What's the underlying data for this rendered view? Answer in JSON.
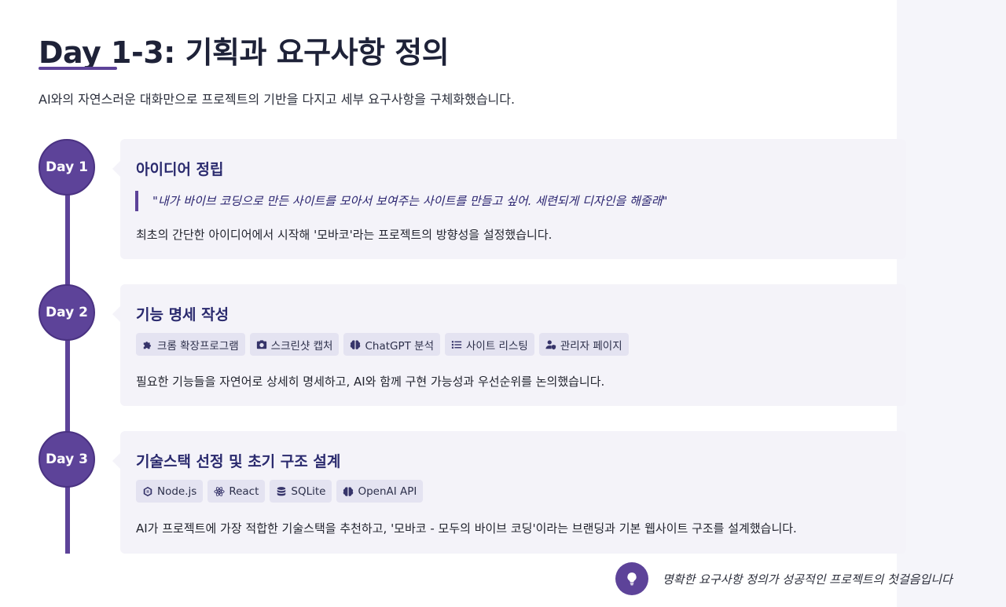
{
  "header": {
    "title": "Day 1-3: 기획과 요구사항 정의",
    "subtitle": "AI와의 자연스러운 대화만으로 프로젝트의 기반을 다지고 세부 요구사항을 구체화했습니다."
  },
  "days": [
    {
      "badge": "Day 1",
      "title": "아이디어 정립",
      "quote": "\"내가 바이브 코딩으로 만든 사이트를 모아서 보여주는 사이트를 만들고 싶어. 세련되게 디자인을 해줄래\"",
      "description": "최초의 간단한 아이디어에서 시작해 '모바코'라는 프로젝트의 방향성을 설정했습니다."
    },
    {
      "badge": "Day 2",
      "title": "기능 명세 작성",
      "tags": [
        {
          "label": "크롬 확장프로그램",
          "icon": "puzzle-icon"
        },
        {
          "label": "스크린샷 캡처",
          "icon": "camera-icon"
        },
        {
          "label": "ChatGPT 분석",
          "icon": "brain-icon"
        },
        {
          "label": "사이트 리스팅",
          "icon": "list-icon"
        },
        {
          "label": "관리자 페이지",
          "icon": "user-shield-icon"
        }
      ],
      "description": "필요한 기능들을 자연어로 상세히 명세하고, AI와 함께 구현 가능성과 우선순위를 논의했습니다."
    },
    {
      "badge": "Day 3",
      "title": "기술스택 선정 및 초기 구조 설계",
      "tags": [
        {
          "label": "Node.js",
          "icon": "nodejs-icon"
        },
        {
          "label": "React",
          "icon": "react-icon"
        },
        {
          "label": "SQLite",
          "icon": "database-icon"
        },
        {
          "label": "OpenAI API",
          "icon": "brain-icon"
        }
      ],
      "description": "AI가 프로젝트에 가장 적합한 기술스택을 추천하고, '모바코 - 모두의 바이브 코딩'이라는 브랜딩과 기본 웹사이트 구조를 설계했습니다."
    }
  ],
  "footer": {
    "icon": "lightbulb-icon",
    "text": "명확한 요구사항 정의가 성공적인 프로젝트의 첫걸음입니다"
  },
  "colors": {
    "accent": "#5d4399",
    "card_bg": "#f4f3f9",
    "tag_bg": "#e4e3f1",
    "title_color": "#2a2a6e"
  }
}
